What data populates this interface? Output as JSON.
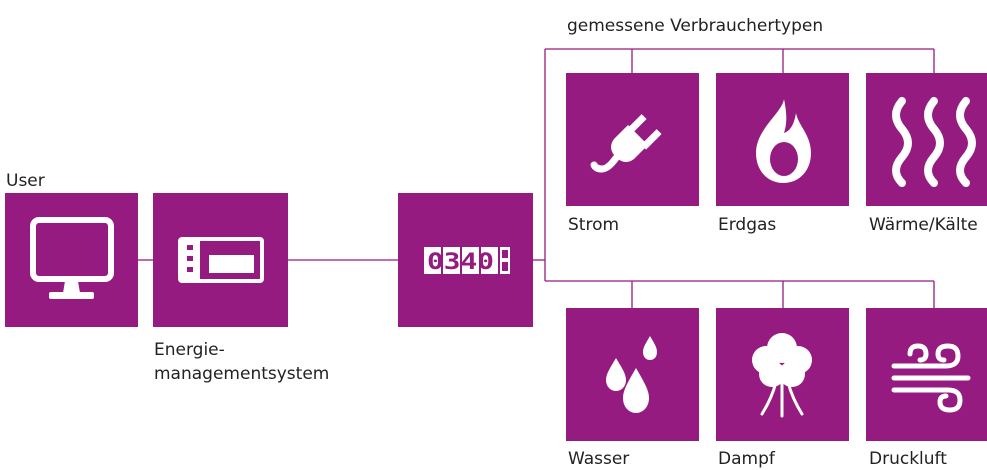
{
  "user_label": "User",
  "ems": {
    "label_line1": "Energie-",
    "label_line2": "managementsystem"
  },
  "meter": {
    "digits": "0340"
  },
  "consumers_title": "gemessene Verbrauchertypen",
  "consumers": [
    {
      "label": "Strom",
      "icon": "plug-icon"
    },
    {
      "label": "Erdgas",
      "icon": "flame-icon"
    },
    {
      "label": "Wärme/Kälte",
      "icon": "heat-waves-icon"
    },
    {
      "label": "Wasser",
      "icon": "water-drops-icon"
    },
    {
      "label": "Dampf",
      "icon": "steam-icon"
    },
    {
      "label": "Druckluft",
      "icon": "compressed-air-icon"
    }
  ],
  "colors": {
    "box": "#951b81",
    "line": "#951b81",
    "icon": "#ffffff"
  }
}
